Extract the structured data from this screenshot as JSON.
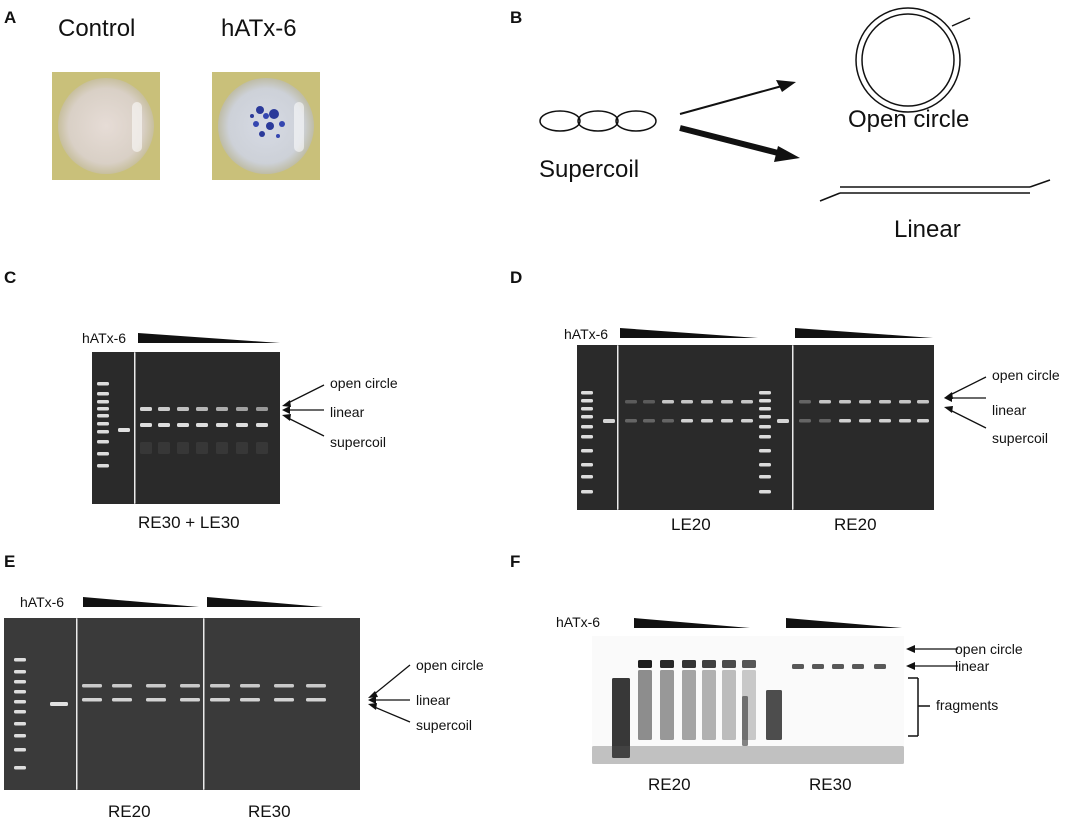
{
  "panels": {
    "A": "A",
    "B": "B",
    "C": "C",
    "D": "D",
    "E": "E",
    "F": "F"
  },
  "panelA": {
    "control_label": "Control",
    "treated_label": "hATx-6"
  },
  "panelB": {
    "supercoil": "Supercoil",
    "open_circle": "Open circle",
    "linear": "Linear"
  },
  "gel_labels": {
    "hatx": "hATx-6",
    "open_circle": "open circle",
    "linear": "linear",
    "supercoil": "supercoil",
    "fragments": "fragments"
  },
  "panelC": {
    "caption": "RE30 + LE30"
  },
  "panelD": {
    "caption_left": "LE20",
    "caption_right": "RE20"
  },
  "panelE": {
    "caption_left": "RE20",
    "caption_right": "RE30"
  },
  "panelF": {
    "caption_left": "RE20",
    "caption_right": "RE30"
  },
  "colors": {
    "gel_bg": "#2a2a2a",
    "band": "#e8e8e8",
    "well_bg": "#d9cf8a",
    "stain": "#2b3a9a"
  }
}
